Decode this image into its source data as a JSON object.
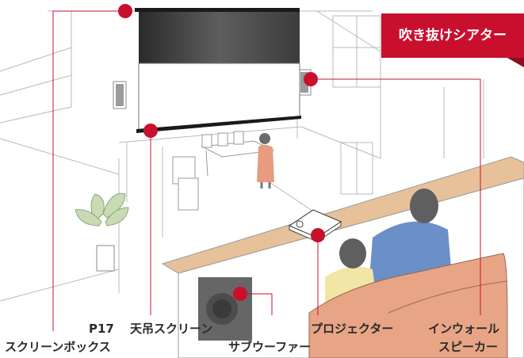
{
  "badge": {
    "text": "吹き抜けシアター",
    "color": "#c8102e"
  },
  "labels": {
    "screen_box_page": "P17",
    "screen_box": "スクリーンボックス",
    "ceiling_screen": "天吊スクリーン",
    "subwoofer": "サブウーファー",
    "projector": "プロジェクター",
    "in_wall_speaker_line1": "インウォール",
    "in_wall_speaker_line2": "スピーカー"
  },
  "colors": {
    "accent": "#c8102e",
    "counter": "#e6c199",
    "sofa": "#e8a585",
    "person_blue": "#6b8fc9",
    "person_yellow": "#f1e6a5",
    "person_hair": "#5f5f5f"
  }
}
